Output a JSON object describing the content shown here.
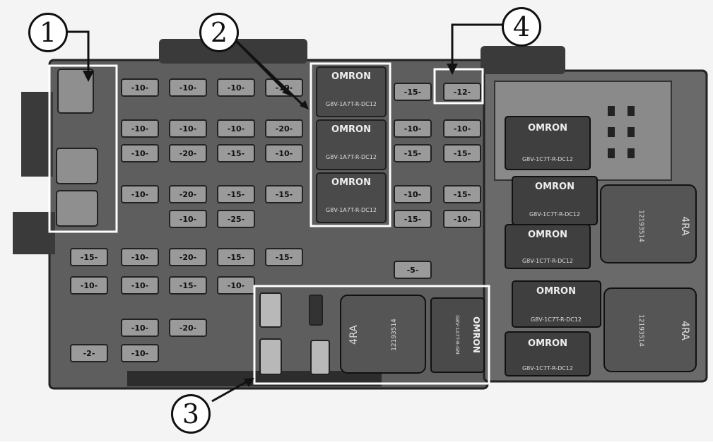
{
  "callouts": [
    {
      "label": "1"
    },
    {
      "label": "2"
    },
    {
      "label": "3"
    },
    {
      "label": "4"
    }
  ],
  "relay_brand": "OMRON",
  "relay_part_a": "G8V-1A7T-R-DC12",
  "relay_part_c": "G8V-1C7T-R-DC12",
  "relay_part_gm": "G8V-1A7T-R-GM",
  "hella_relay_code": "4RA",
  "hella_relay_number": "12193514",
  "fuse_labels": [
    "10",
    "15",
    "20",
    "25",
    "5",
    "2",
    "12"
  ],
  "colors": {
    "housing": "#5f5f5f",
    "relay": "#3f3f3f",
    "fuse": "#9a9a9a",
    "highlight": "#ffffff"
  }
}
